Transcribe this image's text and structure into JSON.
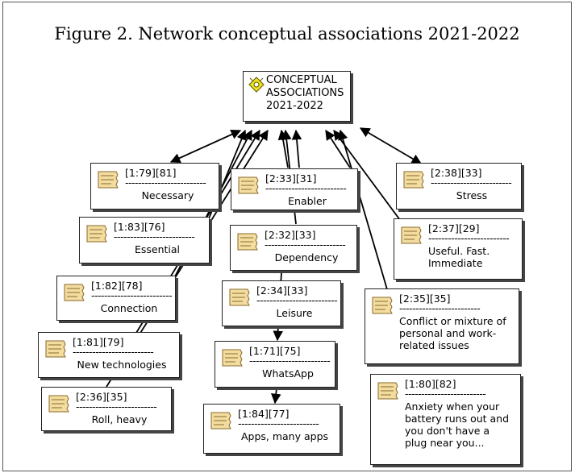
{
  "title": "Figure 2. Network conceptual associations 2021-2022",
  "root": {
    "lines": [
      "CONCEPTUAL",
      "ASSOCIATIONS",
      "2021-2022"
    ],
    "icon": "star-network-icon"
  },
  "dash": "-------------------------",
  "nodes": [
    {
      "id": "necessary",
      "code": "[1:79][81]",
      "label": "Necessary"
    },
    {
      "id": "enabler",
      "code": "[2:33][31]",
      "label": "Enabler"
    },
    {
      "id": "stress",
      "code": "[2:38][33]",
      "label": "Stress"
    },
    {
      "id": "essential",
      "code": "[1:83][76]",
      "label": "Essential"
    },
    {
      "id": "dependency",
      "code": "[2:32][33]",
      "label": "Dependency"
    },
    {
      "id": "useful",
      "code": "[2:37][29]",
      "label": "Useful. Fast. Immediate"
    },
    {
      "id": "connection",
      "code": "[1:82][78]",
      "label": "Connection"
    },
    {
      "id": "leisure",
      "code": "[2:34][33]",
      "label": "Leisure"
    },
    {
      "id": "conflict",
      "code": "[2:35][35]",
      "label": "Conflict or mixture of personal and work-related issues"
    },
    {
      "id": "newtech",
      "code": "[1:81][79]",
      "label": "New technologies"
    },
    {
      "id": "whatsapp",
      "code": "[1:71][75]",
      "label": "WhatsApp"
    },
    {
      "id": "roll",
      "code": "[2:36][35]",
      "label": "Roll, heavy"
    },
    {
      "id": "anxiety",
      "code": "[1:80][82]",
      "label": "Anxiety when your battery runs out and you don't have a plug near you..."
    },
    {
      "id": "apps",
      "code": "[1:84][77]",
      "label": "Apps, many apps"
    }
  ],
  "colors": {
    "quote_icon": "#f3dca0",
    "quote_icon_border": "#8a6a2a",
    "root_icon": "#f2e01a"
  }
}
